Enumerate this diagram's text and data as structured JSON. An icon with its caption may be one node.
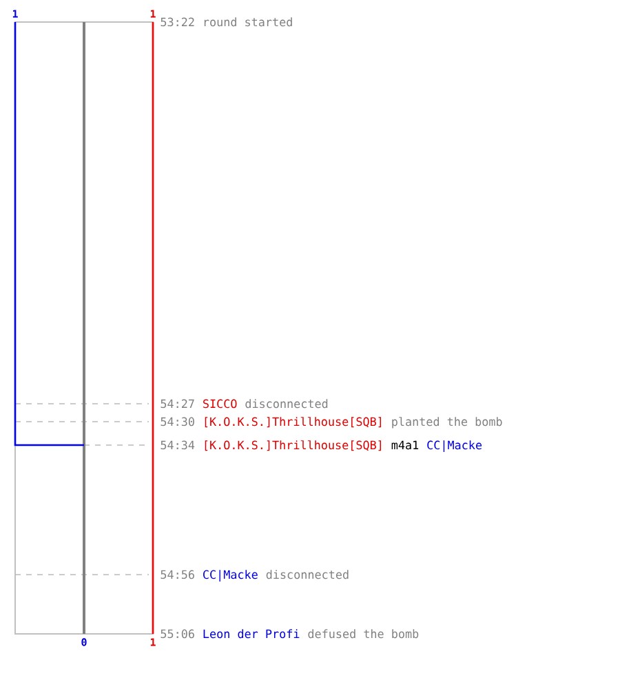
{
  "diagram": {
    "labels": [
      "1",
      "1",
      "53:22",
      "round started",
      "54:27",
      "SICCO",
      "disconnected",
      "54:30",
      "[K.O.K.S.]Thrillhouse[SQB]",
      "planted the bomb",
      "54:34",
      "[K.O.K.S.]Thrillhouse[SQB]",
      "m4a1",
      "CC|Macke",
      "54:56",
      "CC|Macke",
      "disconnected",
      "55:06",
      "Leon der Profi",
      "defused the bomb",
      "0",
      "1"
    ]
  }
}
